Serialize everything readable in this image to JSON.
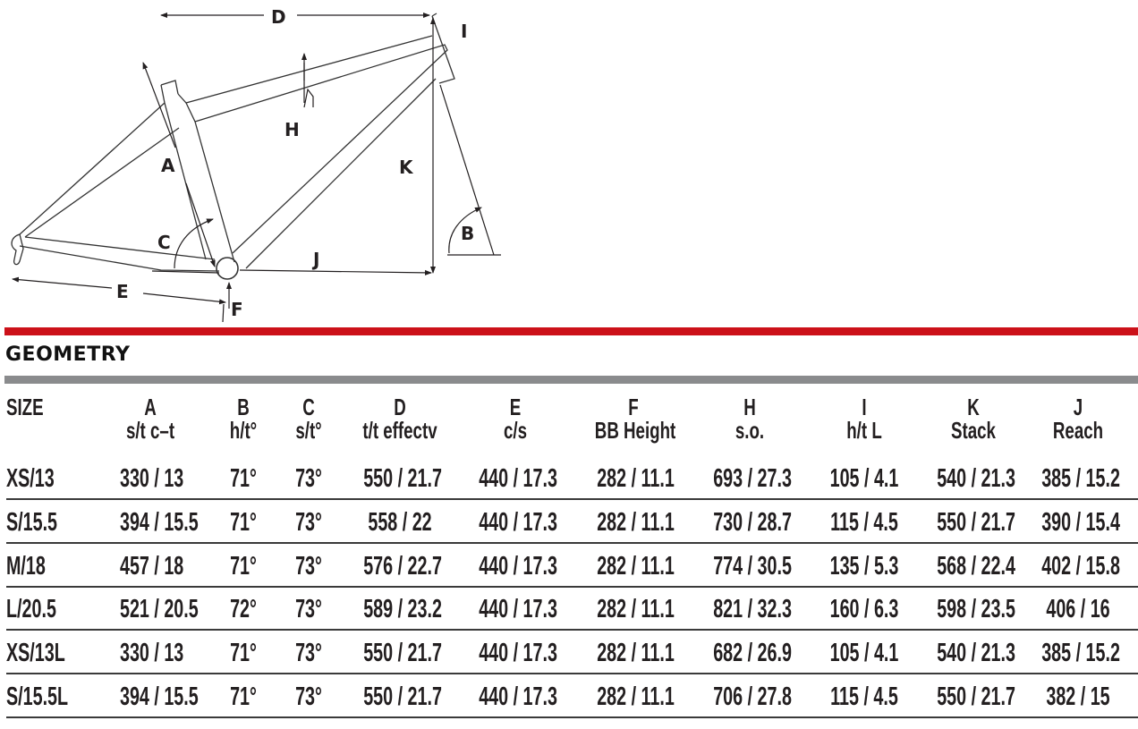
{
  "diagram": {
    "labels": {
      "D": "D",
      "I": "I",
      "H": "H",
      "A": "A",
      "K": "K",
      "B": "B",
      "C": "C",
      "J": "J",
      "E": "E",
      "F": "F"
    }
  },
  "section_title": "GEOMETRY",
  "colors": {
    "accent_red": "#cc1119",
    "divider_gray": "#8a8b8d",
    "text": "#231f20"
  },
  "table": {
    "columns": [
      {
        "key": "size",
        "letter": "SIZE",
        "sub": ""
      },
      {
        "key": "A",
        "letter": "A",
        "sub": "s/t c–t"
      },
      {
        "key": "B",
        "letter": "B",
        "sub": "h/t°"
      },
      {
        "key": "C",
        "letter": "C",
        "sub": "s/t°"
      },
      {
        "key": "D",
        "letter": "D",
        "sub": "t/t effectv"
      },
      {
        "key": "E",
        "letter": "E",
        "sub": "c/s"
      },
      {
        "key": "F",
        "letter": "F",
        "sub": "BB Height"
      },
      {
        "key": "H",
        "letter": "H",
        "sub": "s.o."
      },
      {
        "key": "I",
        "letter": "I",
        "sub": "h/t L"
      },
      {
        "key": "K",
        "letter": "K",
        "sub": "Stack"
      },
      {
        "key": "J",
        "letter": "J",
        "sub": "Reach"
      }
    ],
    "rows": [
      [
        "XS/13",
        "330 / 13",
        "71°",
        "73°",
        "550 / 21.7",
        "440 / 17.3",
        "282 / 11.1",
        "693 / 27.3",
        "105 / 4.1",
        "540 / 21.3",
        "385 / 15.2"
      ],
      [
        "S/15.5",
        "394 / 15.5",
        "71°",
        "73°",
        "558 / 22",
        "440 / 17.3",
        "282 / 11.1",
        "730 / 28.7",
        "115 / 4.5",
        "550 / 21.7",
        "390 / 15.4"
      ],
      [
        "M/18",
        "457 / 18",
        "71°",
        "73°",
        "576 / 22.7",
        "440 / 17.3",
        "282 / 11.1",
        "774 / 30.5",
        "135 / 5.3",
        "568 / 22.4",
        "402 / 15.8"
      ],
      [
        "L/20.5",
        "521 / 20.5",
        "72°",
        "73°",
        "589 / 23.2",
        "440 / 17.3",
        "282 / 11.1",
        "821 / 32.3",
        "160 / 6.3",
        "598 / 23.5",
        "406 / 16"
      ],
      [
        "XS/13L",
        "330 / 13",
        "71°",
        "73°",
        "550 / 21.7",
        "440 / 17.3",
        "282 / 11.1",
        "682 / 26.9",
        "105 / 4.1",
        "540 / 21.3",
        "385 / 15.2"
      ],
      [
        "S/15.5L",
        "394 / 15.5",
        "71°",
        "73°",
        "550 / 21.7",
        "440 / 17.3",
        "282 / 11.1",
        "706 / 27.8",
        "115 / 4.5",
        "550 / 21.7",
        "382 / 15"
      ]
    ]
  }
}
